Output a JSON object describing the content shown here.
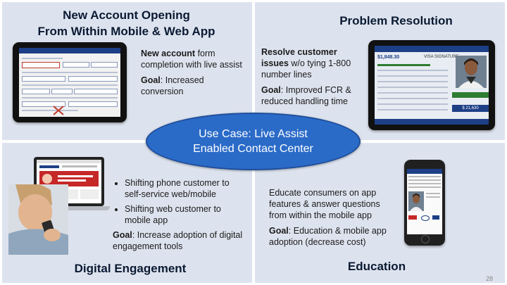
{
  "q1": {
    "title_line1": "New Account Opening",
    "title_line2": "From Within Mobile & Web App",
    "highlight": "New account",
    "desc_rest": " form completion with live assist",
    "goal_label": "Goal",
    "goal_text": ": Increased conversion"
  },
  "q2": {
    "title": "Problem Resolution",
    "highlight": "Resolve customer issues",
    "desc_rest": " w/o tying 1-800 number lines",
    "goal_label": "Goal",
    "goal_text": ": Improved FCR & reduced handling time",
    "screen_balance": "$1,848.30",
    "screen_card": "VISA SIGNATURE",
    "screen_amount": "$ 21,630"
  },
  "q3": {
    "title": "Digital Engagement",
    "bullets": [
      "Shifting phone customer to self-service web/mobile",
      "Shifting web customer to mobile app"
    ],
    "goal_label": "Goal",
    "goal_text": ": Increase adoption of digital engagement tools"
  },
  "q4": {
    "title": "Education",
    "desc": "Educate consumers on app features & answer questions from within the mobile app",
    "goal_label": "Goal",
    "goal_text": ": Education & mobile app adoption (decrease cost)"
  },
  "center": {
    "line1": "Use Case: Live Assist",
    "line2": "Enabled Contact Center"
  },
  "slide_number": "28",
  "colors": {
    "quadrant_bg": "#dde3ee",
    "ellipse": "#2b6bc8",
    "brand_bar": "#1d3f86"
  }
}
